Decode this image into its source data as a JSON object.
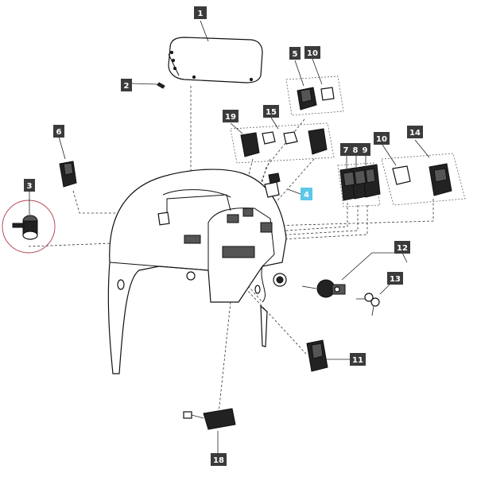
{
  "diagram": {
    "callouts": [
      {
        "id": "c1",
        "label": "1"
      },
      {
        "id": "c2",
        "label": "2"
      },
      {
        "id": "c3",
        "label": "3"
      },
      {
        "id": "c4",
        "label": "4"
      },
      {
        "id": "c5",
        "label": "5"
      },
      {
        "id": "c6",
        "label": "6"
      },
      {
        "id": "c7",
        "label": "7"
      },
      {
        "id": "c8",
        "label": "8"
      },
      {
        "id": "c9",
        "label": "9"
      },
      {
        "id": "c10a",
        "label": "10"
      },
      {
        "id": "c10b",
        "label": "10"
      },
      {
        "id": "c11",
        "label": "11"
      },
      {
        "id": "c12",
        "label": "12"
      },
      {
        "id": "c13",
        "label": "13"
      },
      {
        "id": "c14",
        "label": "14"
      },
      {
        "id": "c15",
        "label": "15"
      },
      {
        "id": "c18",
        "label": "18"
      },
      {
        "id": "c19",
        "label": "19"
      }
    ],
    "highlight_color": "#5bc8e8",
    "callout_color": "#3b3b3b"
  }
}
